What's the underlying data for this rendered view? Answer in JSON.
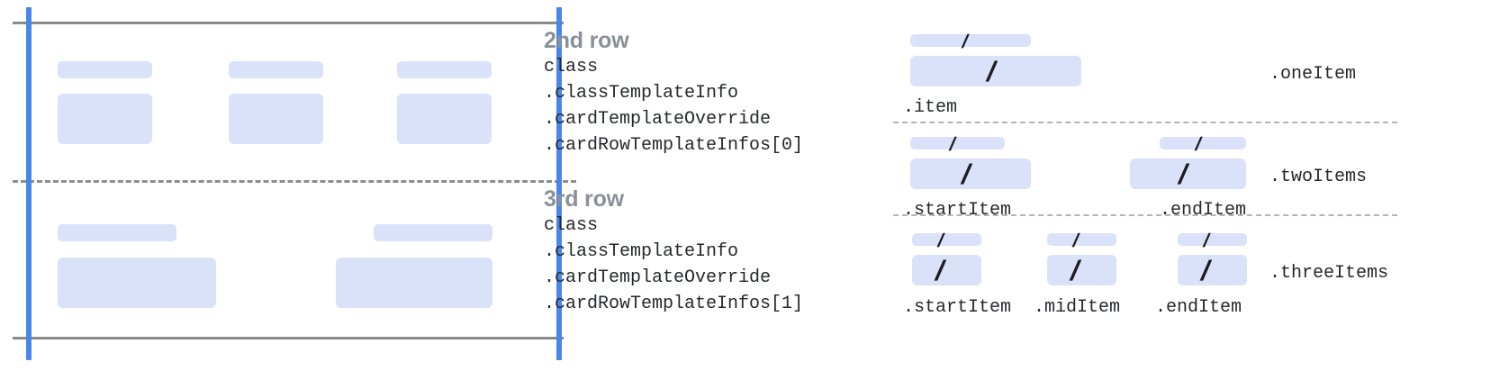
{
  "diagram": {
    "title_color": "#8a9099",
    "accent_color": "#4a86ea",
    "placeholder_color": "#dae2fa",
    "rule_color": "#8a8a8a",
    "code_color": "#26282b",
    "glyph": "/"
  },
  "card_preview": {
    "row2": {
      "cells": [
        {
          "label_bar": "",
          "content_bar": ""
        },
        {
          "label_bar": "",
          "content_bar": ""
        },
        {
          "label_bar": "",
          "content_bar": ""
        }
      ]
    },
    "row3": {
      "cells": [
        {
          "label_bar": "",
          "content_bar": ""
        },
        {
          "label_bar": "",
          "content_bar": ""
        }
      ]
    }
  },
  "rows": [
    {
      "title": "2nd row",
      "code": [
        "class",
        ".classTemplateInfo",
        ".cardTemplateOverride",
        ".cardRowTemplateInfos[0]"
      ]
    },
    {
      "title": "3rd row",
      "code": [
        "class",
        ".classTemplateInfo",
        ".cardTemplateOverride",
        ".cardRowTemplateInfos[1]"
      ]
    }
  ],
  "specimens": [
    {
      "name": ".oneItem",
      "items": [
        {
          "label": ".item",
          "glyph": "/"
        }
      ]
    },
    {
      "name": ".twoItems",
      "items": [
        {
          "label": ".startItem",
          "glyph": "/"
        },
        {
          "label": ".endItem",
          "glyph": "/"
        }
      ]
    },
    {
      "name": ".threeItems",
      "items": [
        {
          "label": ".startItem",
          "glyph": "/"
        },
        {
          "label": ".midItem",
          "glyph": "/"
        },
        {
          "label": ".endItem",
          "glyph": "/"
        }
      ]
    }
  ]
}
